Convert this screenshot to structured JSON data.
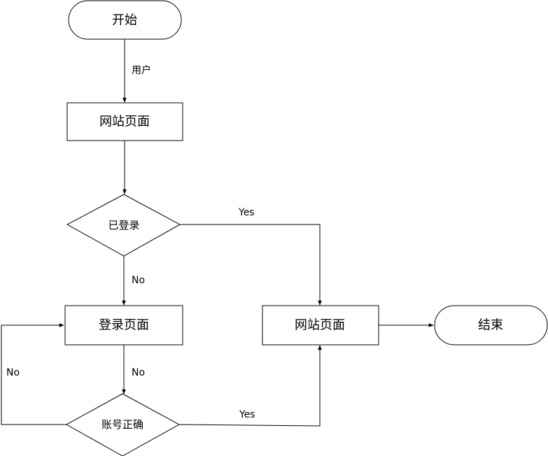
{
  "nodes": {
    "start": "开始",
    "website_page_1": "网站页面",
    "logged_in": "已登录",
    "login_page": "登录页面",
    "account_correct": "账号正确",
    "website_page_2": "网站页面",
    "end": "结束"
  },
  "edges": {
    "start_to_page": "用户",
    "logged_in_yes": "Yes",
    "logged_in_no": "No",
    "login_to_check_no": "No",
    "check_loop_no": "No",
    "check_yes": "Yes"
  }
}
